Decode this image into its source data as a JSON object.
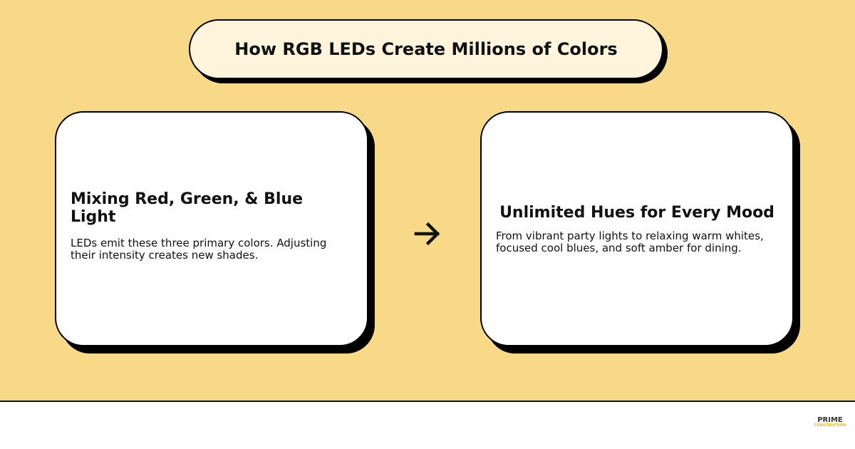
{
  "title": "How RGB LEDs Create Millions of Colors",
  "cards": [
    {
      "heading": "Mixing Red, Green, & Blue Light",
      "body": "LEDs emit these three primary colors. Adjusting their intensity creates new shades."
    },
    {
      "heading": "Unlimited Hues for Every Mood",
      "body": "From vibrant party lights to relaxing warm whites, focused cool blues, and soft amber for dining."
    }
  ],
  "connector_icon": "arrow-right-icon",
  "logo": {
    "name": "PRIME",
    "sub": "CONSTRUCTION"
  },
  "colors": {
    "background": "#F8D987",
    "pill": "#FEF5DC",
    "card": "#FFFFFF",
    "outline": "#000000",
    "logo_accent": "#F2B619"
  }
}
